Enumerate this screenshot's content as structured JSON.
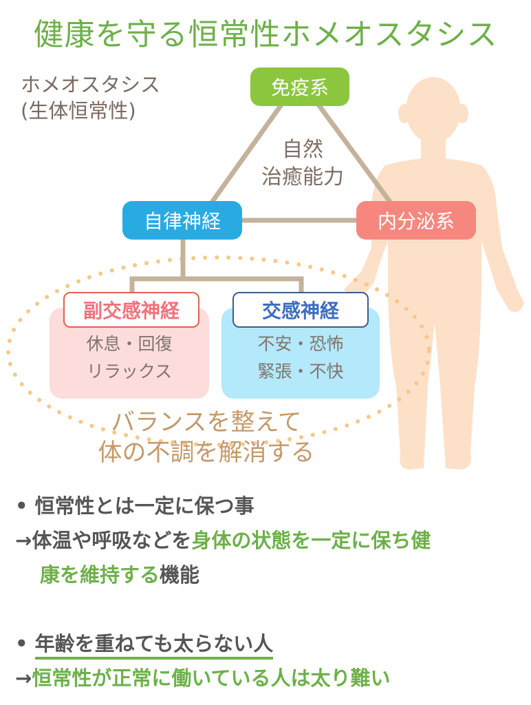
{
  "title": "健康を守る恒常性ホメオスタシス",
  "subtitle": {
    "line1": "ホメオスタシス",
    "line2": "(生体恒常性)"
  },
  "triangle": {
    "top": {
      "label": "免疫系",
      "color": "#8cc63f"
    },
    "left": {
      "label": "自律神経",
      "color": "#29abe2"
    },
    "right": {
      "label": "内分泌系",
      "color": "#f6877f"
    },
    "center": {
      "line1": "自然",
      "line2": "治癒能力"
    },
    "line_color": "#c4b29b"
  },
  "branches": {
    "parasympathetic": {
      "label": "副交感神経",
      "label_color": "#f0727d",
      "border_color": "#e0604e",
      "bg_color": "#fddcdc",
      "line1": "休息・回復",
      "line2": "リラックス"
    },
    "sympathetic": {
      "label": "交感神経",
      "label_color": "#3f6cc0",
      "border_color": "#3f5a8a",
      "bg_color": "#b3e9fb",
      "line1": "不安・恐怖",
      "line2": "緊張・不快"
    }
  },
  "balance": {
    "line1": "バランスを整えて",
    "line2": "体の不調を解消する"
  },
  "body_figure": {
    "icon": "human-silhouette-icon",
    "color": "#fde0c8"
  },
  "notes": {
    "bullet": "•",
    "arrow": "→",
    "n1_text": "恒常性とは一定に保つ事",
    "n2_part1": "体温や呼吸などを",
    "n2_green_a": "身体の状態を一定に保ち健",
    "n2_green_b": "康を維持する",
    "n2_part2": "機能",
    "n3_text": "年齢を重ねても太らない人",
    "n4_green": "恒常性が正常に働いている人は太り難い"
  },
  "colors": {
    "accent_green": "#6db04a",
    "text_gray": "#555555",
    "dotted_ellipse": "#f5c98a"
  }
}
